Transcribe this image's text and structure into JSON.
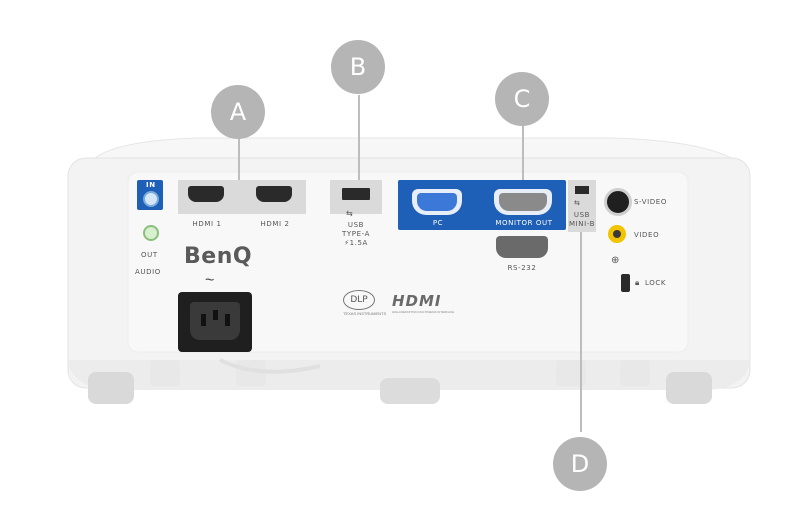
{
  "brand": {
    "logo": "BenQ",
    "dlp": "DLP",
    "dlp_sub": "TEXAS INSTRUMENTS",
    "hdmi": "HDMI",
    "hdmi_sub": "HIGH-DEFINITION MULTIMEDIA INTERFACE"
  },
  "callouts": {
    "a": "A",
    "b": "B",
    "c": "C",
    "d": "D"
  },
  "audio": {
    "in": "IN",
    "out": "OUT",
    "label": "AUDIO"
  },
  "ports": {
    "hdmi1": "HDMI 1",
    "hdmi2": "HDMI 2",
    "usb_a_line1": "USB",
    "usb_a_line2": "TYPE-A",
    "usb_a_line3": "⚡1.5A",
    "pc": "PC",
    "monitor_out": "MONITOR OUT",
    "rs232": "RS-232",
    "usb_mini_line1": "USB",
    "usb_mini_line2": "MINI-B",
    "svideo": "S-VIDEO",
    "video": "VIDEO",
    "lock": "LOCK"
  },
  "icons": {
    "power": "ac-power-tilde",
    "usb": "usb-symbol",
    "lock": "padlock-icon",
    "ground": "ground-icon"
  },
  "colors": {
    "callout": "#b5b5b5",
    "vga_panel": "#1e5fb8",
    "vga_port": "#3b78d8",
    "body": "#f2f2f2",
    "video_jack": "#f2c400"
  }
}
